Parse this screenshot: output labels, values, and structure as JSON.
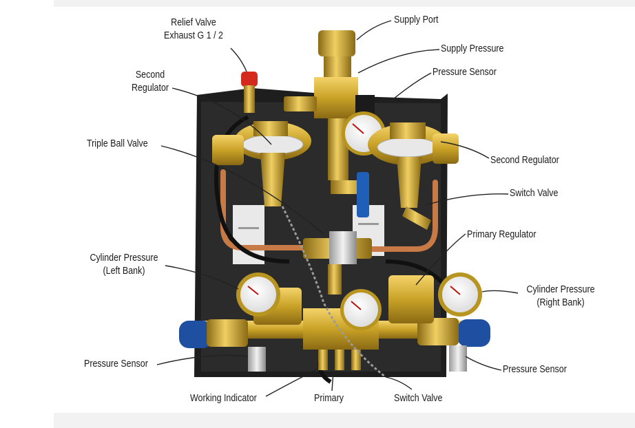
{
  "colors": {
    "panel": "#222222",
    "brass": "#c9a227",
    "brass_dark": "#8a6a14",
    "copper": "#c77a45",
    "blue_handle": "#1f5fb8",
    "red_cap": "#d42a1e",
    "leader": "#222222"
  },
  "labels": {
    "relief_valve": [
      "Relief Valve",
      "Exhaust G 1 / 2"
    ],
    "supply_port": "Supply Port",
    "supply_pressure": "Supply Pressure",
    "pressure_sensor_top": "Pressure Sensor",
    "second_regulator_left": [
      "Second",
      "Regulator"
    ],
    "triple_ball_valve": "Triple Ball Valve",
    "second_regulator_right": "Second Regulator",
    "switch_valve_right": "Switch Valve",
    "primary_regulator": "Primary Regulator",
    "cylinder_pressure_left": [
      "Cylinder Pressure",
      "(Left Bank)"
    ],
    "cylinder_pressure_right": [
      "Cylinder Pressure",
      "(Right Bank)"
    ],
    "pressure_sensor_left": "Pressure Sensor",
    "pressure_sensor_right": "Pressure Sensor",
    "working_indicator": "Working Indicator",
    "primary": "Primary",
    "switch_valve_bottom": "Switch Valve"
  }
}
